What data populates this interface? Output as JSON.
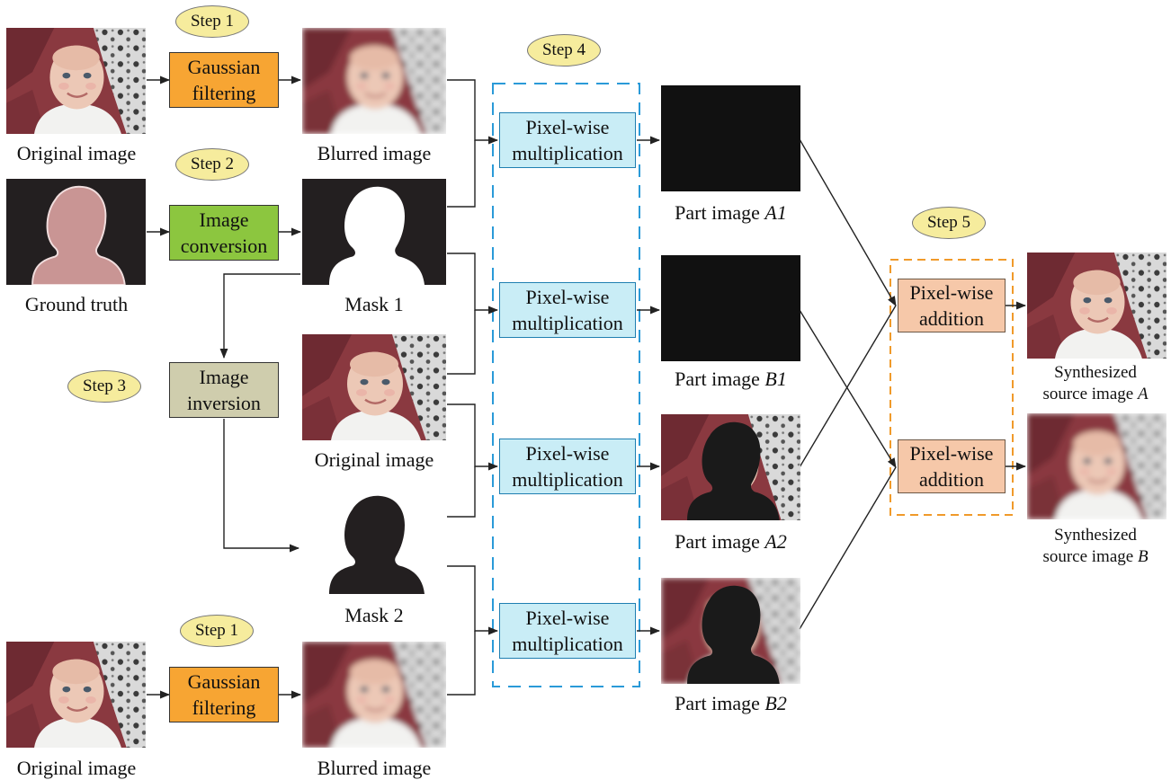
{
  "steps": {
    "step1_top": "Step 1",
    "step1_bottom": "Step 1",
    "step2": "Step 2",
    "step3": "Step 3",
    "step4": "Step 4",
    "step5": "Step 5"
  },
  "boxes": {
    "gaussian_top": [
      "Gaussian",
      "filtering"
    ],
    "gaussian_bottom": [
      "Gaussian",
      "filtering"
    ],
    "image_conversion": [
      "Image",
      "conversion"
    ],
    "image_inversion": [
      "Image",
      "inversion"
    ],
    "mult1": [
      "Pixel-wise",
      "multiplication"
    ],
    "mult2": [
      "Pixel-wise",
      "multiplication"
    ],
    "mult3": [
      "Pixel-wise",
      "multiplication"
    ],
    "mult4": [
      "Pixel-wise",
      "multiplication"
    ],
    "add1": [
      "Pixel-wise",
      "addition"
    ],
    "add2": [
      "Pixel-wise",
      "addition"
    ]
  },
  "captions": {
    "original_top": "Original image",
    "blurred_top": "Blurred image",
    "ground_truth": "Ground truth",
    "mask1": "Mask 1",
    "original_mid": "Original image",
    "mask2": "Mask 2",
    "original_bottom": "Original image",
    "blurred_bottom": "Blurred image",
    "part_a1_prefix": "Part image ",
    "part_a1_id": "A1",
    "part_b1_prefix": "Part image ",
    "part_b1_id": "B1",
    "part_a2_prefix": "Part image ",
    "part_a2_id": "A2",
    "part_b2_prefix": "Part image ",
    "part_b2_id": "B2",
    "synth_a_line1": "Synthesized",
    "synth_a_line2": "source image ",
    "synth_a_id": "A",
    "synth_b_line1": "Synthesized",
    "synth_b_line2": "source image ",
    "synth_b_id": "B"
  },
  "colors": {
    "gaussian": "#f7a533",
    "conversion": "#8cc63f",
    "inversion": "#cfcdad",
    "multiplication": "#c9edf6",
    "addition": "#f6c8a9",
    "step_ellipse": "#f6ec9d",
    "dash_blue": "#2a9ad8",
    "dash_orange": "#f09a2a"
  }
}
